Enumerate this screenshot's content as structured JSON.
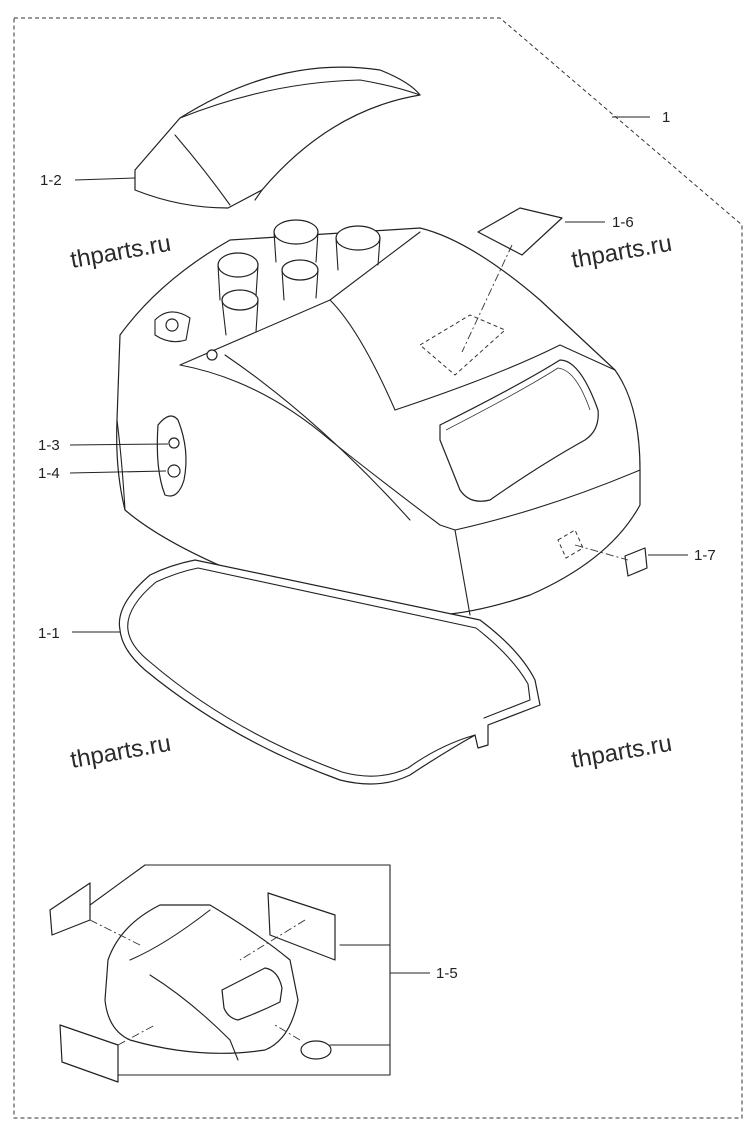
{
  "labels": {
    "p1": "1",
    "p1_1": "1-1",
    "p1_2": "1-2",
    "p1_3": "1-3",
    "p1_4": "1-4",
    "p1_5": "1-5",
    "p1_6": "1-6",
    "p1_7": "1-7"
  },
  "watermarks": [
    "thparts.ru",
    "thparts.ru",
    "thparts.ru",
    "thparts.ru"
  ]
}
